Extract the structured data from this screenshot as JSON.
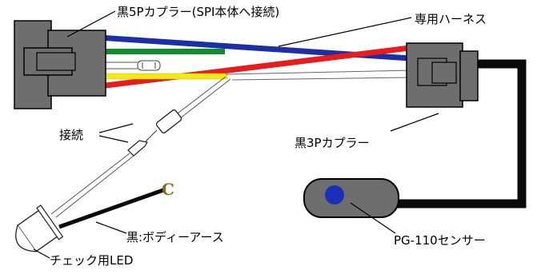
{
  "labels": {
    "connector_5p": "黒5Pカプラー(SPI本体へ接続)",
    "harness": "専用ハーネス",
    "connection": "接続",
    "connector_3p": "黒3Pカプラー",
    "body_earth": "黒:ボディーアース",
    "sensor": "PG-110センサー",
    "check_led": "チェック用LED"
  },
  "ring_terminal_glyph": "C",
  "colors": {
    "connector_body": "#6e6e6e",
    "connector_outline": "#000000",
    "wire_blue": "#1c2ea8",
    "wire_red": "#e81c1c",
    "wire_green": "#118c2a",
    "wire_yellow": "#f2ea12",
    "wire_black": "#0a0a0a",
    "sensor_body": "#6e6e6e",
    "sensor_lens": "#1a30b8",
    "ring_terminal": "#8a6a1a"
  }
}
